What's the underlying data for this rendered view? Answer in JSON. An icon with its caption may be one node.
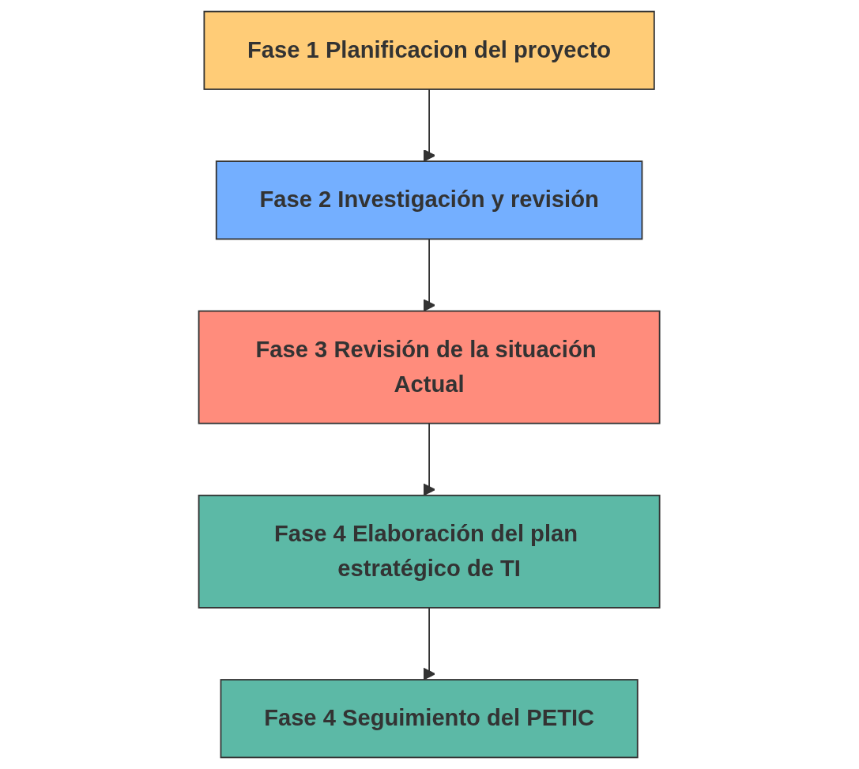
{
  "diagram": {
    "nodes": [
      {
        "text": [
          "Fase 1 Planificacion del proyecto"
        ]
      },
      {
        "text": [
          "Fase 2 Investigación y revisión"
        ]
      },
      {
        "text": [
          "Fase 3 Revisión de la situación Actual"
        ]
      },
      {
        "text": [
          "Fase 4 Elaboración del plan estratégico de TI"
        ]
      },
      {
        "text": [
          "Fase 4 Seguimiento del PETIC"
        ]
      }
    ],
    "edges": [
      {
        "from": 0,
        "to": 1,
        "arrow": "to"
      },
      {
        "from": 1,
        "to": 2,
        "arrow": "to"
      },
      {
        "from": 2,
        "to": 3,
        "arrow": "to"
      },
      {
        "from": 3,
        "to": 4,
        "arrow": "to"
      }
    ]
  }
}
